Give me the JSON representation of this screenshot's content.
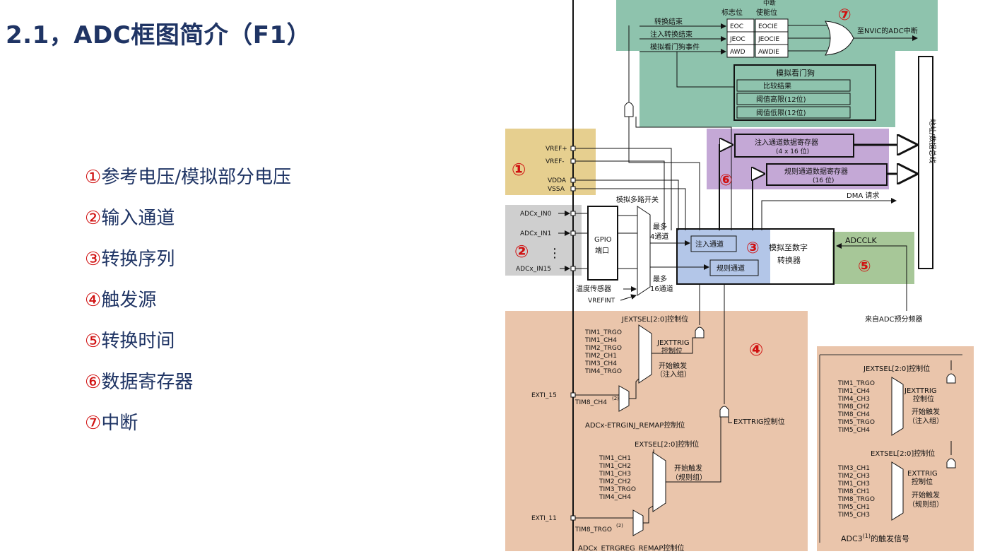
{
  "slide": {
    "title": "2.1，ADC框图简介（F1）",
    "legend": [
      {
        "num": "①",
        "text": "参考电压/模拟部分电压"
      },
      {
        "num": "②",
        "text": "输入通道"
      },
      {
        "num": "③",
        "text": "转换序列"
      },
      {
        "num": "④",
        "text": "触发源"
      },
      {
        "num": "⑤",
        "text": "转换时间"
      },
      {
        "num": "⑥",
        "text": "数据寄存器"
      },
      {
        "num": "⑦",
        "text": "中断"
      }
    ]
  },
  "diagram": {
    "markers": {
      "m1": "①",
      "m2": "②",
      "m3": "③",
      "m4": "④",
      "m5": "⑤",
      "m6": "⑥",
      "m7": "⑦"
    },
    "interrupt": {
      "flag_header": "标志位",
      "enable_header_top": "中断",
      "enable_header": "使能位",
      "events": [
        "转换结束",
        "注入转换结束",
        "模拟看门狗事件"
      ],
      "flags": [
        "EOC",
        "JEOC",
        "AWD"
      ],
      "enables": [
        "EOCIE",
        "JEOCIE",
        "AWDIE"
      ],
      "output": "至NVIC的ADC中断"
    },
    "watchdog": {
      "title": "模拟看门狗",
      "rows": [
        "比较结果",
        "阈值高限(12位)",
        "阈值低限(12位)"
      ]
    },
    "bus": "地址/数据总线",
    "data_regs": {
      "injected": "注入通道数据寄存器",
      "injected_size": "(4 x 16 位)",
      "regular": "规则通道数据寄存器",
      "regular_size": "(16 位)",
      "dma": "DMA 请求"
    },
    "power_pins": [
      "VREF+",
      "VREF-",
      "VDDA",
      "VSSA"
    ],
    "inputs": {
      "in0": "ADCx_IN0",
      "in1": "ADCx_IN1",
      "dots": "⋮",
      "in15": "ADCx_IN15",
      "gpio_line1": "GPIO",
      "gpio_line2": "端口",
      "mux_label": "模拟多路开关",
      "temp": "温度传感器",
      "vrefint": "VREFINT"
    },
    "converter": {
      "upto4_a": "最多",
      "upto4_b": "4通道",
      "upto16_a": "最多",
      "upto16_b": "16通道",
      "injected": "注入通道",
      "regular": "规则通道",
      "name_a": "模拟至数字",
      "name_b": "转换器",
      "adcclk": "ADCCLK",
      "prescaler": "来自ADC预分频器"
    },
    "triggers": {
      "jextsel": "JEXTSEL[2:0]控制位",
      "inj_sources": [
        "TIM1_TRGO",
        "TIM1_CH4",
        "TIM2_TRGO",
        "TIM2_CH1",
        "TIM3_CH4",
        "TIM4_TRGO"
      ],
      "jexttrig_a": "JEXTTRIG",
      "jexttrig_b": "控制位",
      "start_inj_a": "开始触发",
      "start_inj_b": "（注入组）",
      "exti15": "EXTI_15",
      "tim8ch4": "TIM8_CH4",
      "sup2": "(2)",
      "injremap": "ADCx-ETRGINJ_REMAP控制位",
      "exttrig": "EXTTRIG控制位",
      "extsel": "EXTSEL[2:0]控制位",
      "reg_sources": [
        "TIM1_CH1",
        "TIM1_CH2",
        "TIM1_CH3",
        "TIM2_CH2",
        "TIM3_TRGO",
        "TIM4_CH4"
      ],
      "start_reg_a": "开始触发",
      "start_reg_b": "（规则组）",
      "exti11": "EXTI_11",
      "tim8trgo": "TIM8_TRGO",
      "regremap": "ADCx_ETRGREG_REMAP控制位"
    },
    "adc3": {
      "jextsel": "JEXTSEL[2:0]控制位",
      "inj_sources": [
        "TIM1_TRGO",
        "TIM1_CH4",
        "TIM4_CH3",
        "TIM8_CH2",
        "TIM8_CH4",
        "TIM5_TRGO",
        "TIM5_CH4"
      ],
      "jexttrig_a": "JEXTTRIG",
      "jexttrig_b": "控制位",
      "start_inj_a": "开始触发",
      "start_inj_b": "（注入组）",
      "extsel": "EXTSEL[2:0]控制位",
      "reg_sources": [
        "TIM3_CH1",
        "TIM2_CH3",
        "TIM1_CH3",
        "TIM8_CH1",
        "TIM8_TRGO",
        "TIM5_CH1",
        "TIM5_CH3"
      ],
      "exttrig_a": "EXTTRIG",
      "exttrig_b": "控制位",
      "start_reg_a": "开始触发",
      "start_reg_b": "（规则组）",
      "caption": "ADC3",
      "caption_sup": "(1)",
      "caption_tail": "的触发信号"
    }
  }
}
